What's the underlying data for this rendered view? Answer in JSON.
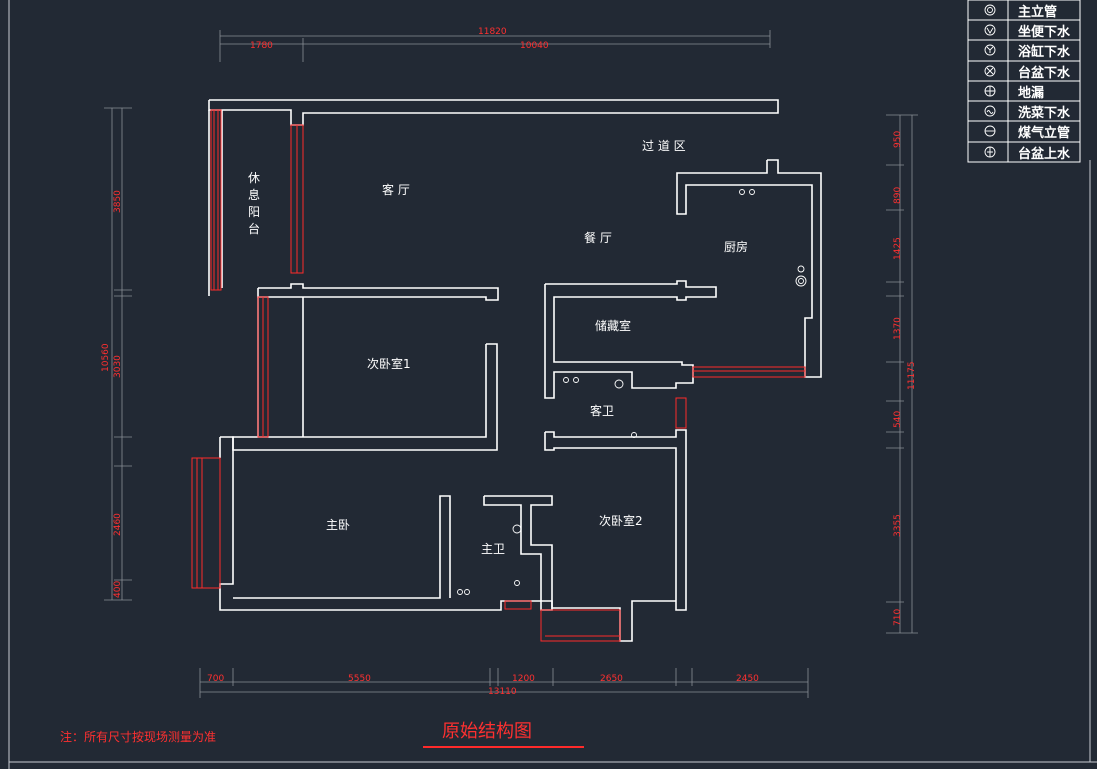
{
  "legend": [
    {
      "symbol": "double-circle-icon",
      "label": "主立管"
    },
    {
      "symbol": "v-circle-icon",
      "label": "坐便下水"
    },
    {
      "symbol": "y-circle-icon",
      "label": "浴缸下水"
    },
    {
      "symbol": "x-circle-icon",
      "label": "台盆下水"
    },
    {
      "symbol": "plus-circle-icon",
      "label": "地漏"
    },
    {
      "symbol": "wave-circle-icon",
      "label": "洗菜下水"
    },
    {
      "symbol": "minus-circle-icon",
      "label": "煤气立管"
    },
    {
      "symbol": "cross-circle-icon",
      "label": "台盆上水"
    }
  ],
  "rooms": {
    "corridor": "过  道 区",
    "living": "客  厅",
    "balcony_1": "休",
    "balcony_2": "息",
    "balcony_3": "阳",
    "balcony_4": "台",
    "dining": "餐  厅",
    "kitchen": "厨房",
    "storage": "储藏室",
    "bedroom1": "次卧室1",
    "guest_bath": "客卫",
    "master": "主卧",
    "master_bath": "主卫",
    "bedroom2": "次卧室2"
  },
  "dimensions": {
    "top_total": "11820",
    "top_a": "1780",
    "top_b": "10040",
    "bottom_total": "13110",
    "bottom": [
      "700",
      "5550",
      "1200",
      "2650",
      "2450"
    ],
    "left_total": "10560",
    "left": [
      "3850",
      "3030",
      "2460",
      "400"
    ],
    "right_total": "11175",
    "right": [
      "950",
      "890",
      "1425",
      "1370",
      "540",
      "3355",
      "710"
    ]
  },
  "note": "注：所有尺寸按现场测量为准",
  "title": "原始结构图",
  "colors": {
    "background": "#222934",
    "wall": "#ffffff",
    "window": "#ff2a2a",
    "dimension_text": "#ff3030"
  }
}
